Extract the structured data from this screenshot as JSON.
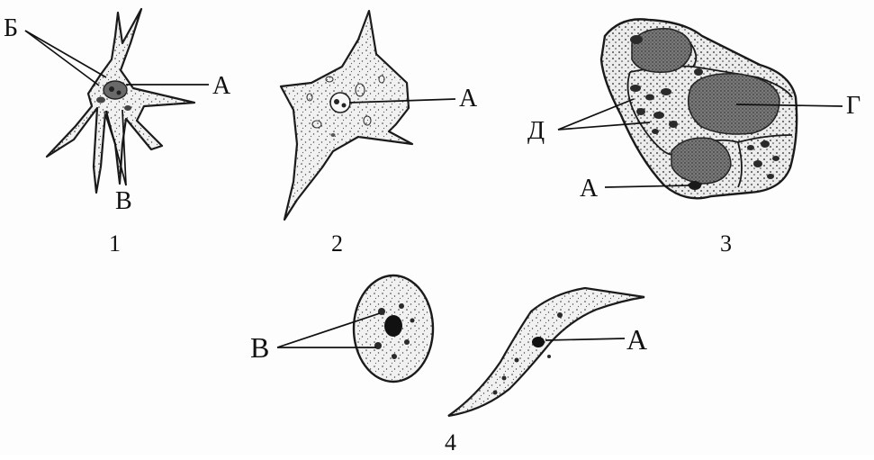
{
  "figures": {
    "fig1": {
      "number": "1",
      "labels": {
        "b": "Б",
        "a": "А",
        "v": "В"
      }
    },
    "fig2": {
      "number": "2",
      "labels": {
        "a": "А"
      }
    },
    "fig3": {
      "number": "3",
      "labels": {
        "d": "Д",
        "g": "Г",
        "a": "А"
      }
    },
    "fig4": {
      "number": "4",
      "labels": {
        "v": "В",
        "a": "А"
      }
    }
  }
}
